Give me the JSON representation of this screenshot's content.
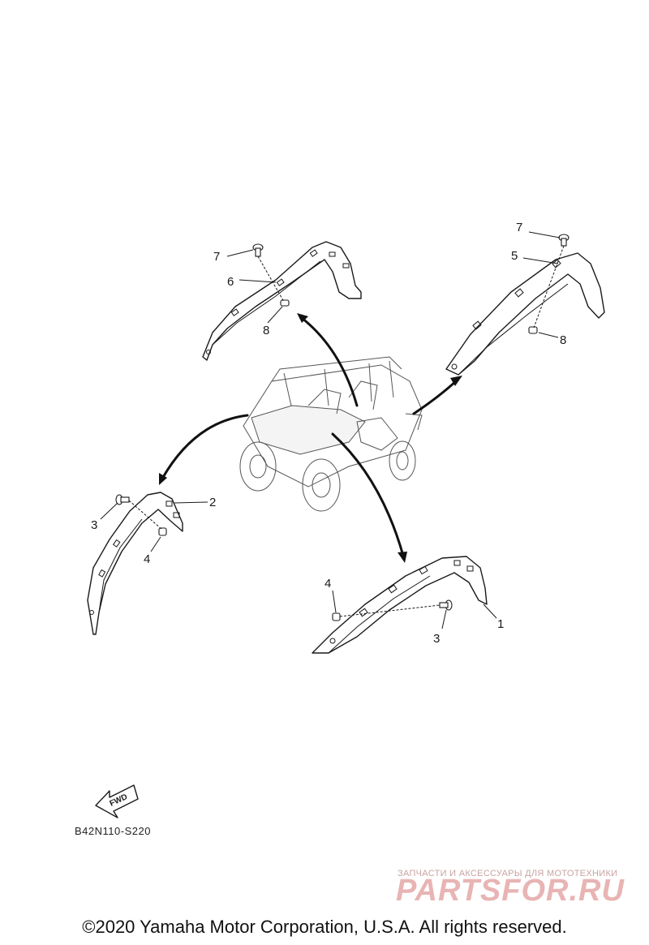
{
  "diagram": {
    "callouts": {
      "rear_flare": {
        "num_7": "7",
        "num_6": "6",
        "num_8": "8"
      },
      "right_rear_flare": {
        "num_7": "7",
        "num_5": "5",
        "num_8": "8"
      },
      "front_left_flare": {
        "num_3": "3",
        "num_2": "2",
        "num_4": "4"
      },
      "front_right_flare": {
        "num_4": "4",
        "num_3": "3",
        "num_1": "1"
      }
    },
    "fwd_label": "FWD",
    "diagram_code": "B42N110-S220"
  },
  "watermark": {
    "tagline": "ЗАПЧАСТИ И АКСЕССУАРЫ ДЛЯ МОТОТЕХНИКИ",
    "brand": "PARTSFOR.RU",
    "color": "#e8b4b4"
  },
  "footer": {
    "copyright": "©2020 Yamaha Motor Corporation, U.S.A. All rights reserved."
  }
}
